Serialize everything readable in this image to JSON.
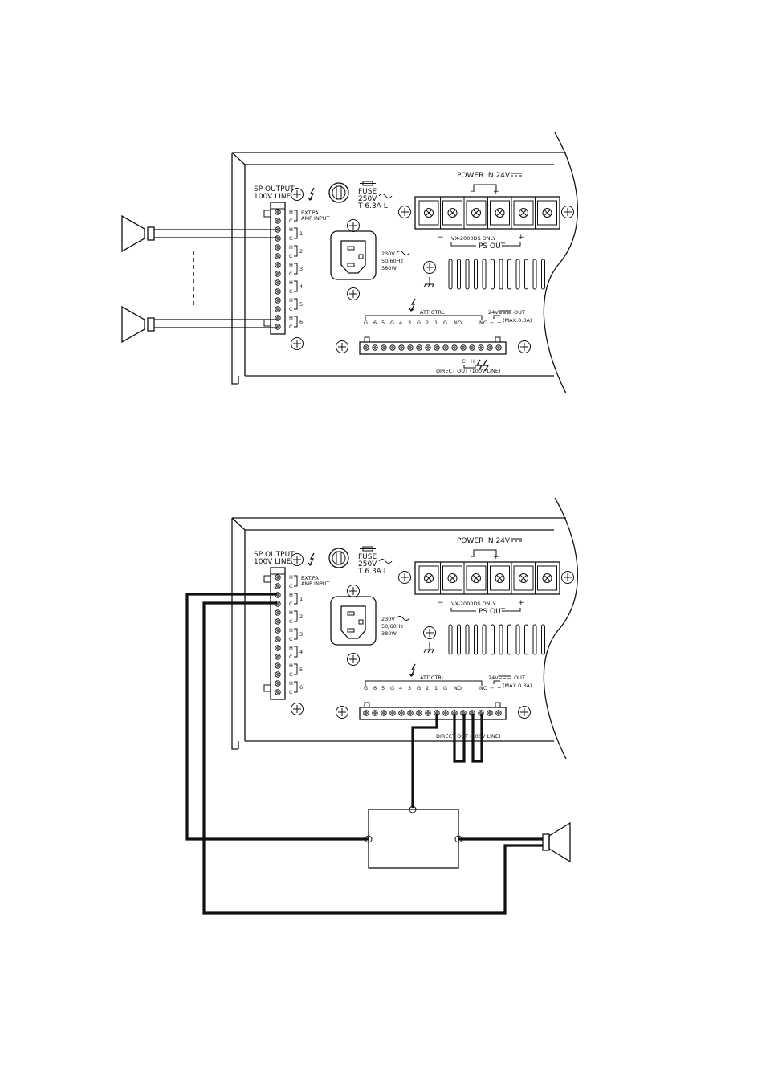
{
  "panel": {
    "sp_output": "SP OUTPUT",
    "line_100v": "100V LINE",
    "ext_pa": "EXT.PA",
    "amp_input": "AMP INPUT",
    "hc": [
      "H",
      "C"
    ],
    "zones": [
      "1",
      "2",
      "3",
      "4",
      "5",
      "6"
    ],
    "fuse": "FUSE",
    "fuse_v": "250V",
    "fuse_rating": "T 6.3A  L",
    "power_in": "POWER IN 24V",
    "minus": "−",
    "plus": "+",
    "vx_only": "VX-2000DS ONLY",
    "ps_out": "PS OUT",
    "ac_v": "230V",
    "ac_hz": "50/60Hz",
    "ac_w": "380W",
    "att_ctrl": "ATT CTRL",
    "att_pins": [
      "G",
      "6",
      "5",
      "G",
      "4",
      "3",
      "G",
      "2",
      "1",
      "G",
      "NO",
      "NC"
    ],
    "out_24v": "24V",
    "out_label": "OUT",
    "max_a": "(MAX.0.3A)",
    "direct_c": "C",
    "direct_h": "H",
    "direct_out": "DIRECT OUT (100V LINE)"
  }
}
